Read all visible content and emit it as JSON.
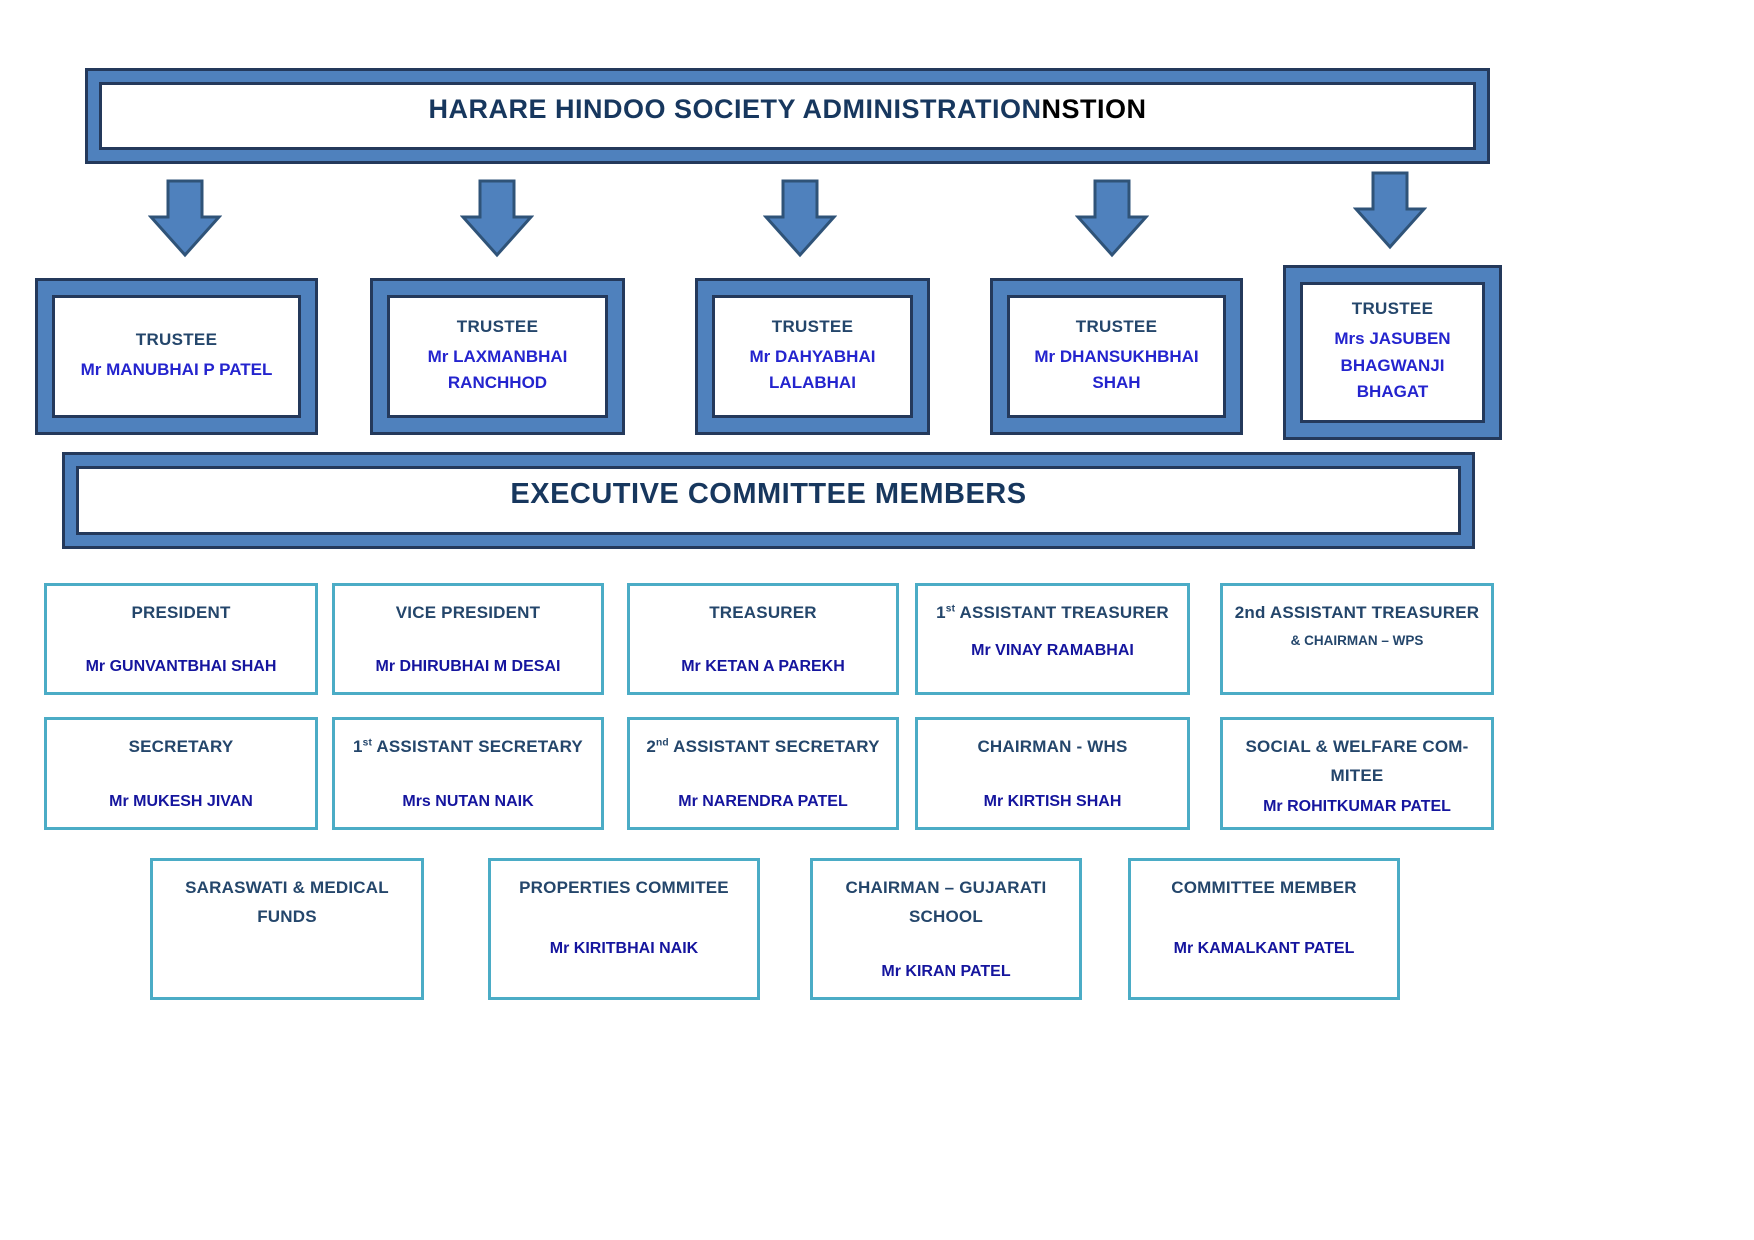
{
  "title": {
    "main": "HARARE HINDOO SOCIETY ADMINISTRATION",
    "suffix": "NSTION"
  },
  "banner": {
    "label": "EXECUTIVE COMMITTEE MEMBERS"
  },
  "trustees": [
    {
      "role": "TRUSTEE",
      "name": "Mr MANUBHAI P PATEL"
    },
    {
      "role": "TRUSTEE",
      "name": "Mr LAXMANBHAI RANCHHOD"
    },
    {
      "role": "TRUSTEE",
      "name": "Mr DAHYABHAI LALABHAI"
    },
    {
      "role": "TRUSTEE",
      "name": "Mr DHANSUKHBHAI SHAH"
    },
    {
      "role": "TRUSTEE",
      "name": "Mrs JASUBEN BHAGWANJI BHAGAT"
    }
  ],
  "committee": {
    "row1": [
      {
        "title_pre": "",
        "title_sup": "",
        "title_rest": "PRESIDENT",
        "title_line2": "",
        "subtitle": "",
        "name": "Mr GUNVANTBHAI SHAH"
      },
      {
        "title_pre": "",
        "title_sup": "",
        "title_rest": "VICE PRESIDENT",
        "title_line2": "",
        "subtitle": "",
        "name": "Mr DHIRUBHAI M DESAI"
      },
      {
        "title_pre": "",
        "title_sup": "",
        "title_rest": "TREASURER",
        "title_line2": "",
        "subtitle": "",
        "name": "Mr KETAN  A  PAREKH"
      },
      {
        "title_pre": "1",
        "title_sup": "st",
        "title_rest": " ASSISTANT TREASURER",
        "title_line2": "",
        "subtitle": "",
        "name": "Mr VINAY  RAMABHAI"
      },
      {
        "title_pre": "",
        "title_sup": "",
        "title_rest": "2nd ASSISTANT TREASURER",
        "title_line2": "",
        "subtitle": "& CHAIRMAN – WPS",
        "name": ""
      }
    ],
    "row2": [
      {
        "title_pre": "",
        "title_sup": "",
        "title_rest": "SECRETARY",
        "title_line2": "",
        "subtitle": "",
        "name": "Mr MUKESH JIVAN"
      },
      {
        "title_pre": "1",
        "title_sup": "st",
        "title_rest": " ASSISTANT SECRETARY",
        "title_line2": "",
        "subtitle": "",
        "name": "Mrs NUTAN NAIK"
      },
      {
        "title_pre": "2",
        "title_sup": "nd",
        "title_rest": " ASSISTANT SECRETARY",
        "title_line2": "",
        "subtitle": "",
        "name": "Mr NARENDRA PATEL"
      },
      {
        "title_pre": "",
        "title_sup": "",
        "title_rest": "CHAIRMAN - WHS",
        "title_line2": "",
        "subtitle": "",
        "name": "Mr KIRTISH SHAH"
      },
      {
        "title_pre": "",
        "title_sup": "",
        "title_rest": "SOCIAL & WELFARE COM-",
        "title_line2": "MITEE",
        "subtitle": "",
        "name": "Mr ROHITKUMAR PATEL"
      }
    ],
    "row3": [
      {
        "title_pre": "",
        "title_sup": "",
        "title_rest": "SARASWATI  & MEDICAL",
        "title_line2": "FUNDS",
        "subtitle": "",
        "name": ""
      },
      {
        "title_pre": "",
        "title_sup": "",
        "title_rest": "PROPERTIES COMMITEE",
        "title_line2": "",
        "subtitle": "",
        "name": "Mr KIRITBHAI NAIK"
      },
      {
        "title_pre": "",
        "title_sup": "",
        "title_rest": "CHAIRMAN – GUJARATI",
        "title_line2": "SCHOOL",
        "subtitle": "",
        "name": "Mr KIRAN PATEL"
      },
      {
        "title_pre": "",
        "title_sup": "",
        "title_rest": "COMMITTEE MEMBER",
        "title_line2": "",
        "subtitle": "",
        "name": "Mr KAMALKANT  PATEL"
      }
    ]
  },
  "colors": {
    "frame_fill": "#4F81BD",
    "frame_outline": "#24395B",
    "teal_border": "#4BACC6",
    "heading_navy": "#17375E",
    "role_slate": "#24466B",
    "trustee_name_blue": "#2424CE",
    "member_name_navy": "#15159E",
    "title_suffix_black": "#000000"
  }
}
